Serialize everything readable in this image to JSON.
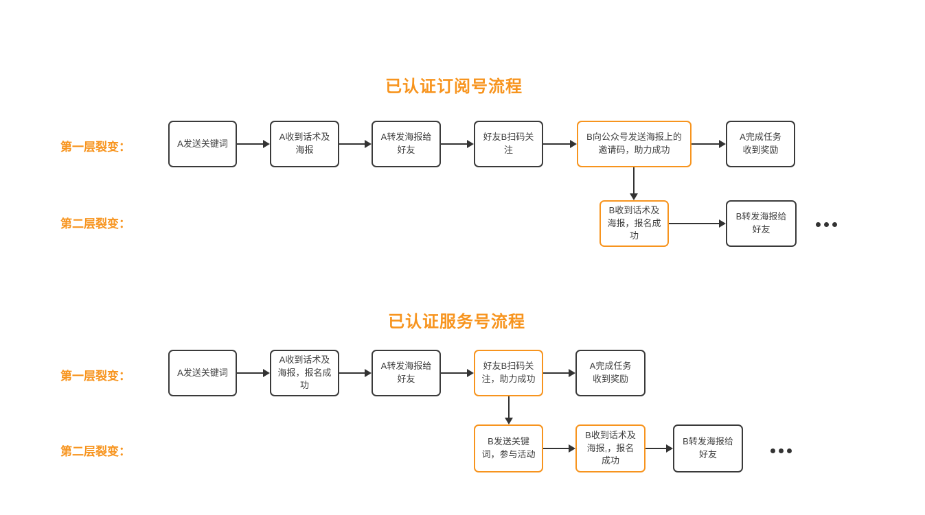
{
  "page": {
    "background_color": "#ffffff",
    "accent_color": "#f7941e",
    "box_border_color": "#3a3a3a",
    "box_text_color": "#3d3d3d",
    "arrow_color": "#333333"
  },
  "flows": [
    {
      "title": "已认证订阅号流程",
      "rows": [
        {
          "label": "第一层裂变：",
          "boxes": [
            {
              "label": "A发送关键词",
              "highlight": false
            },
            {
              "label": "A收到话术及\n海报",
              "highlight": false
            },
            {
              "label": "A转发海报给\n好友",
              "highlight": false
            },
            {
              "label": "好友B扫码关\n注",
              "highlight": false
            },
            {
              "label": "B向公众号发送海报上的\n邀请码，助力成功",
              "highlight": true
            },
            {
              "label": "A完成任务\n收到奖励",
              "highlight": false
            }
          ]
        },
        {
          "label": "第二层裂变：",
          "boxes": [
            {
              "label": "B收到话术及\n海报，报名成\n功",
              "highlight": true
            },
            {
              "label": "B转发海报给\n好友",
              "highlight": false
            }
          ],
          "ellipsis": "..."
        }
      ]
    },
    {
      "title": "已认证服务号流程",
      "rows": [
        {
          "label": "第一层裂变：",
          "boxes": [
            {
              "label": "A发送关键词",
              "highlight": false
            },
            {
              "label": "A收到话术及\n海报，报名成\n功",
              "highlight": false
            },
            {
              "label": "A转发海报给\n好友",
              "highlight": false
            },
            {
              "label": "好友B扫码关\n注，助力成功",
              "highlight": true
            },
            {
              "label": "A完成任务\n收到奖励",
              "highlight": false
            }
          ]
        },
        {
          "label": "第二层裂变：",
          "boxes": [
            {
              "label": "B发送关键\n词，参与活动",
              "highlight": true
            },
            {
              "label": "B收到话术及\n海报,，报名\n成功",
              "highlight": true
            },
            {
              "label": "B转发海报给\n好友",
              "highlight": false
            }
          ],
          "ellipsis": "..."
        }
      ]
    }
  ]
}
